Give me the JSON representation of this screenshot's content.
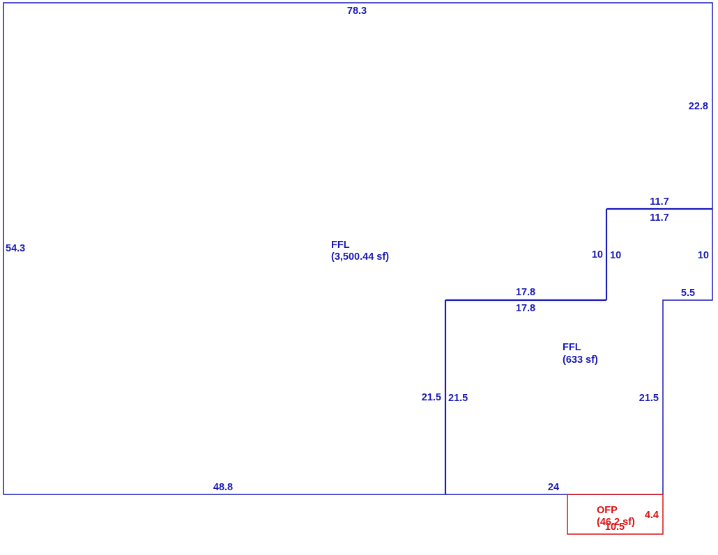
{
  "colors": {
    "ffl": "#1a1ab8",
    "ofp": "#dd1111"
  },
  "main_area": {
    "name": "FFL",
    "area": "(3,500.44 sf)"
  },
  "addition_area": {
    "name": "FFL",
    "area": "(633 sf)"
  },
  "porch": {
    "name": "OFP",
    "area": "(46.2 sf)",
    "dim_right": "4.4",
    "dim_bottom": "10.5"
  },
  "dims": {
    "top": "78.3",
    "left": "54.3",
    "right_upper": "22.8",
    "step_top_outer": "11.7",
    "step_top_inner": "11.7",
    "step_left_outer": "10",
    "step_left_inner": "10",
    "step_right": "10",
    "notch": "5.5",
    "add_top_outer": "17.8",
    "add_top_inner": "17.8",
    "add_left_outer": "21.5",
    "add_left_inner": "21.5",
    "add_right": "21.5",
    "bottom_main": "48.8",
    "bottom_add": "24"
  }
}
